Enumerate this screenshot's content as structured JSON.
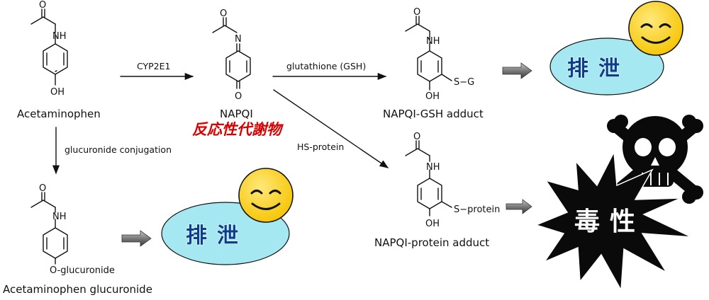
{
  "molecules": {
    "acetaminophen": {
      "name": "Acetaminophen",
      "atom_o": "O",
      "atom_nh": "NH",
      "atom_oh": "OH"
    },
    "napqi": {
      "name": "NAPQI",
      "atom_o": "O",
      "atom_n": "N",
      "atom_o_ring": "O"
    },
    "gsh_adduct": {
      "name": "NAPQI-GSH adduct",
      "atom_o": "O",
      "atom_nh": "NH",
      "atom_oh": "OH",
      "substituent": "S−G"
    },
    "protein_adduct": {
      "name": "NAPQI-protein adduct",
      "atom_o": "O",
      "atom_nh": "NH",
      "atom_oh": "OH",
      "substituent": "S−protein"
    },
    "glucuronide": {
      "name": "Acetaminophen glucuronide",
      "atom_o": "O",
      "atom_nh": "NH",
      "substituent": "O-glucuronide"
    }
  },
  "reactions": {
    "cyp": "CYP2E1",
    "gsh": "glutathione (GSH)",
    "hs_protein": "HS-protein",
    "glucuronidation": "glucuronide conjugation"
  },
  "notes": {
    "reactive_metabolite": "反応性代謝物",
    "excretion": "排泄",
    "toxicity": "毒性"
  },
  "colors": {
    "excretion_fill": "#a6e8f2",
    "smiley_fill": "#ffd21f",
    "burst_fill": "#0a0a0a",
    "red_text": "#d90000"
  },
  "icons": [
    "smiley-face-icon",
    "skull-crossbones-icon",
    "right-arrow-icon",
    "starburst-icon"
  ]
}
